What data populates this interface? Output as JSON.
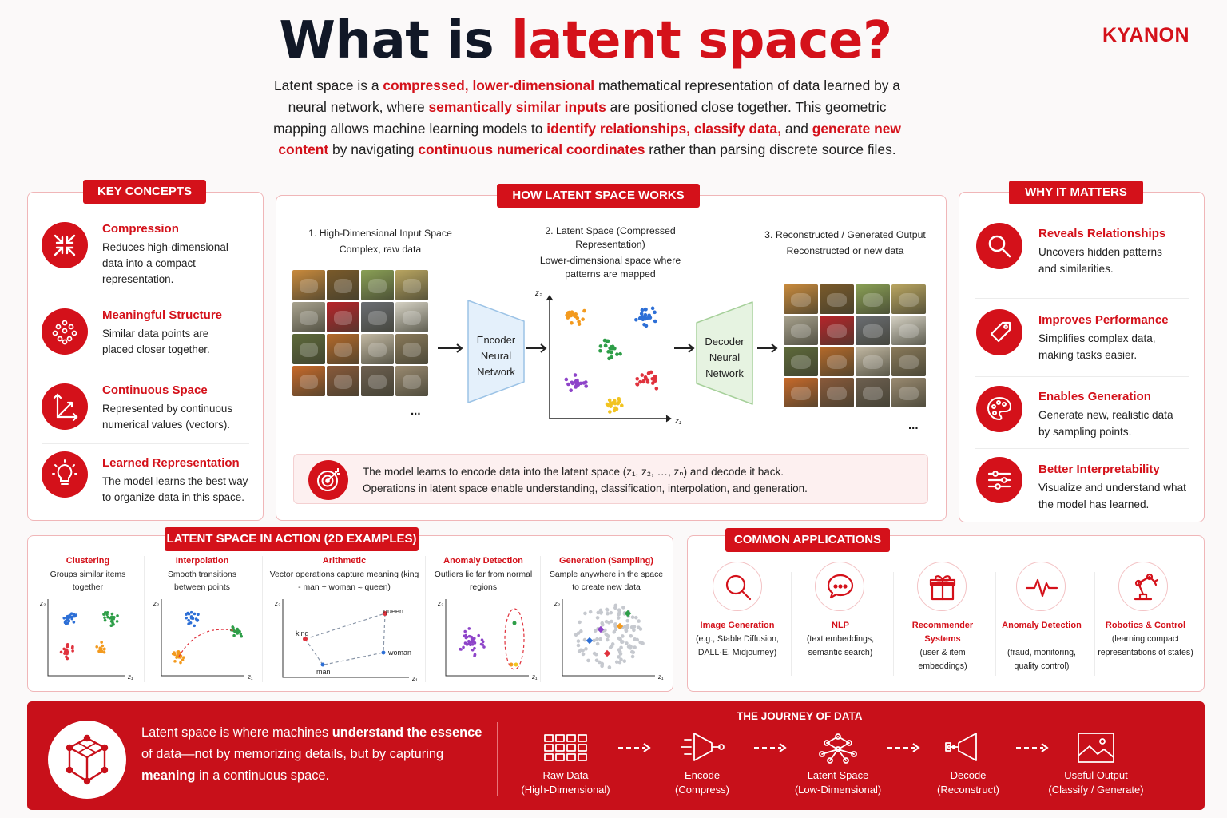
{
  "colors": {
    "accent": "#d4111a",
    "panel_border": "#f0b6b8",
    "encoder_fill": "#e4f0fb",
    "decoder_fill": "#e6f3e1"
  },
  "header": {
    "title_a": "What is ",
    "title_b": "latent space?",
    "logo": "KYANON",
    "intro": [
      {
        "t": "Latent space is a ",
        "h": false
      },
      {
        "t": "compressed, lower-dimensional",
        "h": true
      },
      {
        "t": " mathematical representation of data learned by a neural network, where ",
        "h": false
      },
      {
        "t": "semantically similar inputs",
        "h": true
      },
      {
        "t": " are positioned close together. This geometric mapping allows machine learning models to ",
        "h": false
      },
      {
        "t": "identify relationships, classify data,",
        "h": true
      },
      {
        "t": " and ",
        "h": false
      },
      {
        "t": "generate new content",
        "h": true
      },
      {
        "t": " by navigating ",
        "h": false
      },
      {
        "t": "continuous numerical coordinates",
        "h": true
      },
      {
        "t": " rather than parsing discrete source files.",
        "h": false
      }
    ]
  },
  "key_concepts": {
    "tag": "KEY CONCEPTS",
    "items": [
      {
        "title": "Compression",
        "text": "Reduces high-dimensional data into a compact representation.",
        "icon": "compress-arrows-icon"
      },
      {
        "title": "Meaningful Structure",
        "text": "Similar data points are placed closer together.",
        "icon": "point-cluster-icon"
      },
      {
        "title": "Continuous Space",
        "text": "Represented by continuous numerical values (vectors).",
        "icon": "axes-vector-icon"
      },
      {
        "title": "Learned Representation",
        "text": "The model learns the best way to organize data in this space.",
        "icon": "lightbulb-icon"
      }
    ]
  },
  "how": {
    "tag": "HOW LATENT SPACE WORKS",
    "step1_title": "1. High-Dimensional Input Space",
    "step1_sub": "Complex, raw data",
    "step2_title": "2. Latent Space (Compressed Representation)",
    "step2_sub": "Lower-dimensional space where patterns are mapped",
    "step3_title": "3. Reconstructed / Generated Output",
    "step3_sub": "Reconstructed or new data",
    "encoder": [
      "Encoder",
      "Neural",
      "Network"
    ],
    "decoder": [
      "Decoder",
      "Neural",
      "Network"
    ],
    "axis_y": "z₂",
    "axis_x": "z₁",
    "ellipsis": "...",
    "note1": "The model learns to encode data into the latent space (z₁, z₂, …, zₙ) and decode it back.",
    "note2": "Operations in latent space enable understanding, classification, interpolation, and generation."
  },
  "why": {
    "tag": "WHY IT MATTERS",
    "items": [
      {
        "title": "Reveals Relationships",
        "text": "Uncovers hidden patterns and similarities.",
        "icon": "magnifier-icon"
      },
      {
        "title": "Improves Performance",
        "text": "Simplifies complex data, making tasks easier.",
        "icon": "tag-icon"
      },
      {
        "title": "Enables Generation",
        "text": "Generate new, realistic data by sampling points.",
        "icon": "palette-icon"
      },
      {
        "title": "Better Interpretability",
        "text": "Visualize and understand what the model has learned.",
        "icon": "sliders-icon"
      }
    ]
  },
  "action": {
    "tag": "LATENT SPACE IN ACTION (2D EXAMPLES)",
    "items": [
      {
        "title": "Clustering",
        "text": "Groups similar items together"
      },
      {
        "title": "Interpolation",
        "text": "Smooth transitions between points"
      },
      {
        "title": "Arithmetic",
        "text": "Vector operations capture meaning (king - man + woman ≈ queen)"
      },
      {
        "title": "Anomaly Detection",
        "text": "Outliers lie far from normal regions"
      },
      {
        "title": "Generation (Sampling)",
        "text": "Sample anywhere in the space to create new data"
      }
    ],
    "labels": {
      "king": "king",
      "queen": "queen",
      "man": "man",
      "woman": "woman",
      "z1": "z₁",
      "z2": "z₂"
    }
  },
  "apps": {
    "tag": "COMMON APPLICATIONS",
    "items": [
      {
        "title": "Image Generation",
        "text": "(e.g., Stable Diffusion, DALL·E, Midjourney)",
        "icon": "search-icon"
      },
      {
        "title": "NLP",
        "text": "(text embeddings, semantic search)",
        "icon": "chat-bubble-icon"
      },
      {
        "title": "Recommender Systems",
        "text": "(user & item embeddings)",
        "icon": "gift-icon"
      },
      {
        "title": "Anomaly Detection",
        "text": "(fraud, monitoring, quality control)",
        "icon": "pulse-icon"
      },
      {
        "title": "Robotics & Control",
        "text": "(learning compact representations of states)",
        "icon": "robot-arm-icon"
      }
    ]
  },
  "banner": {
    "text": [
      {
        "t": "Latent space is where machines ",
        "b": false
      },
      {
        "t": "understand the essence",
        "b": true
      },
      {
        "t": " of data—not by memorizing details, but by capturing ",
        "b": false
      },
      {
        "t": "meaning",
        "b": true
      },
      {
        "t": " in a continuous space.",
        "b": false
      }
    ],
    "journey_title": "THE JOURNEY OF DATA",
    "steps": [
      {
        "l1": "Raw Data",
        "l2": "(High-Dimensional)",
        "icon": "grid-data-icon"
      },
      {
        "l1": "Encode",
        "l2": "(Compress)",
        "icon": "encoder-funnel-icon"
      },
      {
        "l1": "Latent Space",
        "l2": "(Low-Dimensional)",
        "icon": "network-nodes-icon"
      },
      {
        "l1": "Decode",
        "l2": "(Reconstruct)",
        "icon": "decoder-funnel-icon"
      },
      {
        "l1": "Useful Output",
        "l2": "(Classify / Generate)",
        "icon": "image-output-icon"
      }
    ]
  }
}
